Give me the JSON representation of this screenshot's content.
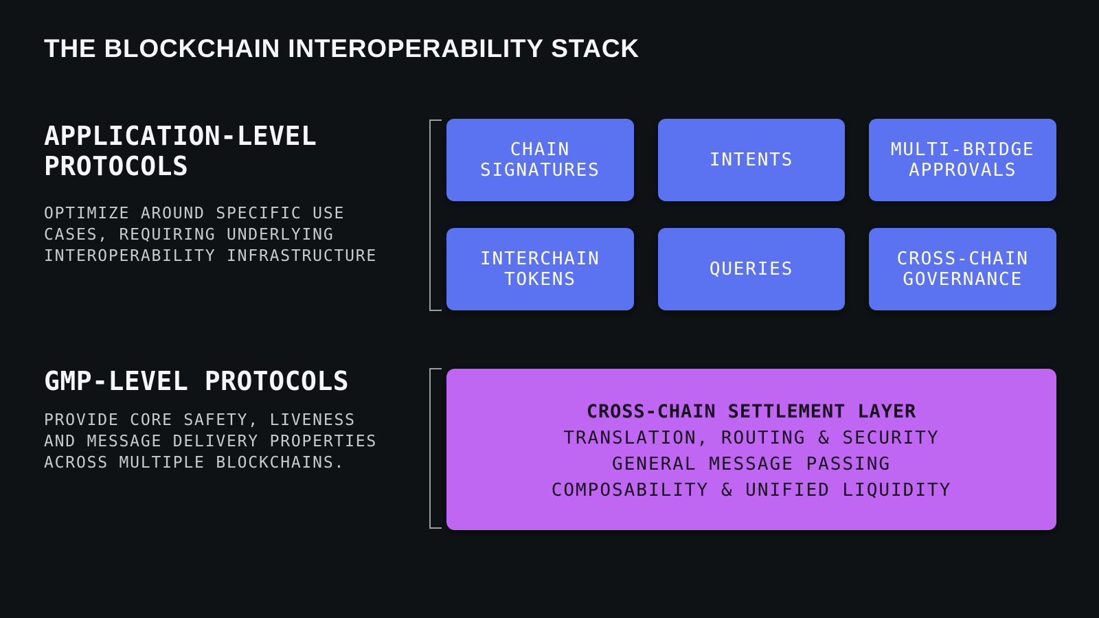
{
  "title": "THE BLOCKCHAIN INTEROPERABILITY STACK",
  "colors": {
    "background": "#0e1214",
    "box-blue": "#5b73f0",
    "box-purple": "#bf67f3",
    "bracket": "#9aa09e",
    "heading-text": "#f5f6f7",
    "body-text": "#c7ccd2",
    "box-text": "#ffffff",
    "settlement-text": "#18121d"
  },
  "application_section": {
    "heading_lines": [
      "APPLICATION-LEVEL",
      "PROTOCOLS"
    ],
    "description_lines": [
      "OPTIMIZE AROUND SPECIFIC USE",
      "CASES, REQUIRING UNDERLYING",
      "INTEROPERABILITY INFRASTRUCTURE"
    ],
    "boxes": [
      {
        "lines": [
          "CHAIN",
          "SIGNATURES"
        ]
      },
      {
        "lines": [
          "INTENTS"
        ]
      },
      {
        "lines": [
          "MULTI-BRIDGE",
          "APPROVALS"
        ]
      },
      {
        "lines": [
          "INTERCHAIN",
          "TOKENS"
        ]
      },
      {
        "lines": [
          "QUERIES"
        ]
      },
      {
        "lines": [
          "CROSS-CHAIN",
          "GOVERNANCE"
        ]
      }
    ]
  },
  "gmp_section": {
    "heading_lines": [
      "GMP-LEVEL PROTOCOLS"
    ],
    "description_lines": [
      "PROVIDE CORE SAFETY, LIVENESS",
      "AND MESSAGE DELIVERY PROPERTIES",
      "ACROSS MULTIPLE BLOCKCHAINS."
    ],
    "settlement_box": {
      "title": "CROSS-CHAIN SETTLEMENT LAYER",
      "lines": [
        "TRANSLATION, ROUTING & SECURITY",
        "GENERAL MESSAGE PASSING",
        "COMPOSABILITY & UNIFIED LIQUIDITY"
      ]
    }
  }
}
